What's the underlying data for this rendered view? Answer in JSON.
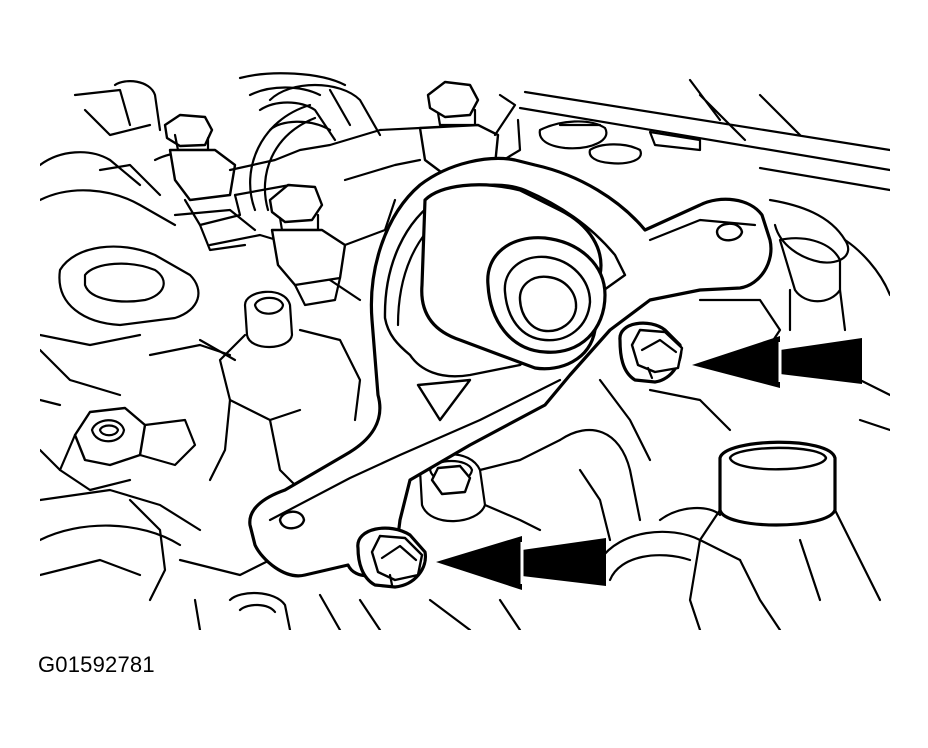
{
  "figure": {
    "id_label": "G01592781"
  },
  "colors": {
    "line": "#000000",
    "background": "#ffffff"
  },
  "callouts": [
    {
      "name": "upper-bolt-arrow",
      "icon": "left-arrow-icon"
    },
    {
      "name": "lower-bolt-arrow",
      "icon": "left-arrow-icon"
    }
  ]
}
